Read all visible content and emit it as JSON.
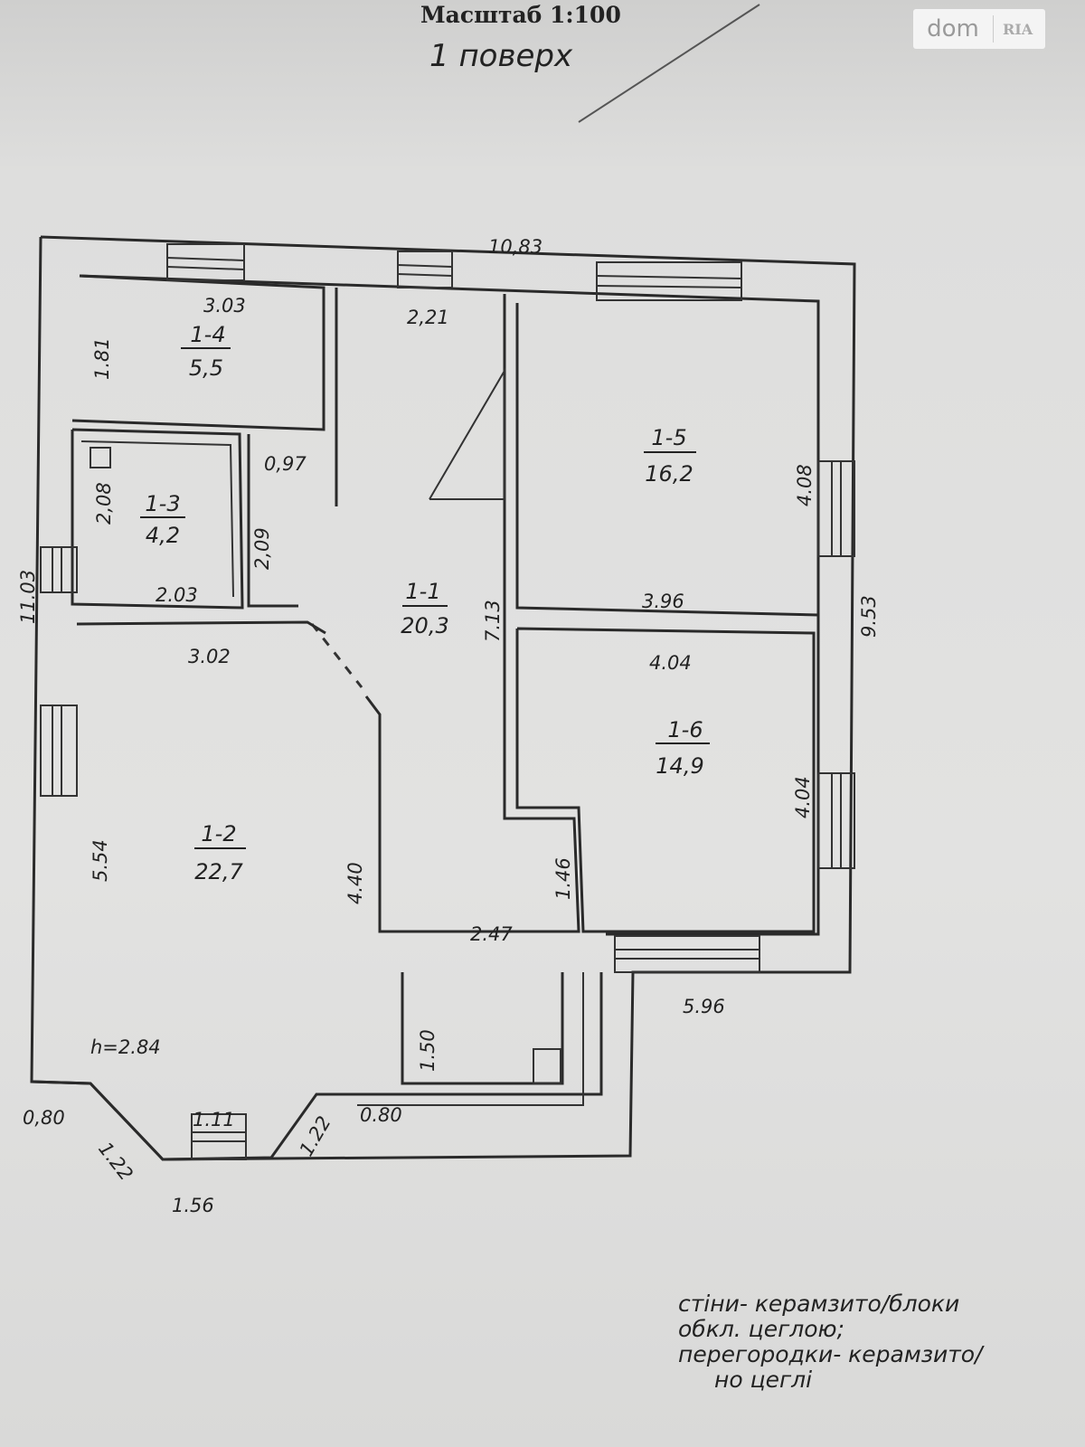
{
  "header": {
    "scale": "Масштаб 1:100",
    "floor": "1 поверх"
  },
  "logo": {
    "dom": "dom",
    "ria": "RIA"
  },
  "rooms": [
    {
      "id": "1-1",
      "area": "20,3"
    },
    {
      "id": "1-2",
      "area": "22,7"
    },
    {
      "id": "1-3",
      "area": "4,2"
    },
    {
      "id": "1-4",
      "area": "5,5"
    },
    {
      "id": "1-5",
      "area": "16,2"
    },
    {
      "id": "1-6",
      "area": "14,9"
    }
  ],
  "dimensions": {
    "top_total": "10,83",
    "room14_w": "3.03",
    "hall_w": "2,21",
    "room14_h": "1.81",
    "door": "0,97",
    "room13_h": "2,08",
    "wc_h": "2,09",
    "room13_w": "2.03",
    "left_total": "11.03",
    "room12_w": "3.02",
    "room12_h": "5.54",
    "room12_right": "4.40",
    "hall_h": "7.13",
    "room15_w": "3.96",
    "room15_h": "4.08",
    "right_total": "9.53",
    "room16_w": "4.04",
    "room16_h": "4.04",
    "step_h": "1.46",
    "porch_w": "2.47",
    "bottom_right": "5.96",
    "porch_h": "1.50",
    "bay_a": "0,80",
    "bay_b": "0.80",
    "bay_mid": "1.11",
    "bay_diag_l": "1.22",
    "bay_diag_r": "1.22",
    "bay_bottom": "1.56",
    "height": "h=2.84"
  },
  "notes": [
    "стіни- керамзито/блоки",
    "обкл. цеглою;",
    "перегородки- керамзито/",
    "но цеглі"
  ]
}
